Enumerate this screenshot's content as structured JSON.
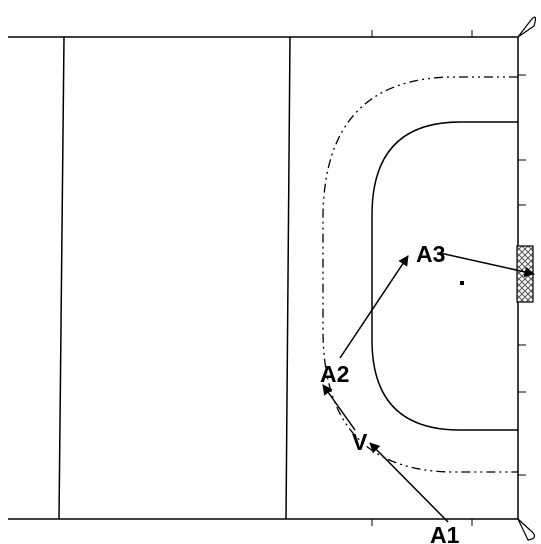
{
  "diagram": {
    "colors": {
      "line": "#000000",
      "background": "#ffffff",
      "goal_hatch": "#555555"
    },
    "labels": {
      "a3": "A3",
      "a2": "A2",
      "v": "V",
      "a1": "A1"
    },
    "elements": {
      "goal": "hatched-goal-box",
      "penalty_spot": "penalty-spot-dot",
      "shooting_circle": "solid-shooting-circle",
      "dashed_circle": "dash-dot-outer-circle"
    }
  }
}
